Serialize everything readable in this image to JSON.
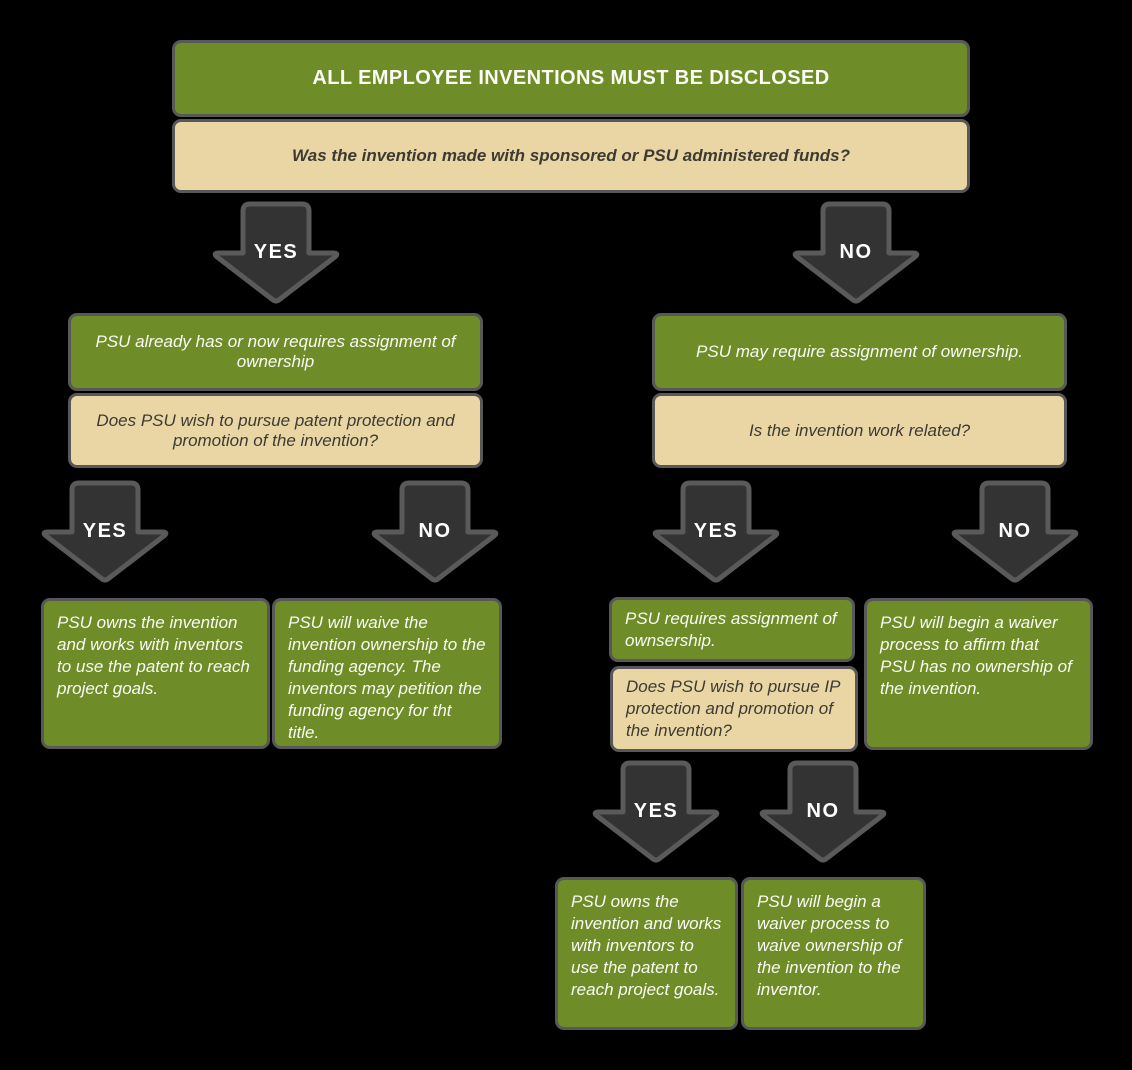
{
  "colors": {
    "background": "#000000",
    "box_green": "#6e8c28",
    "box_tan": "#e9d6a4",
    "box_border": "#585858",
    "arrow_fill": "#333333",
    "arrow_border": "#5a5a5a",
    "text_light": "#fbfbf4",
    "text_dark": "#3c3b33"
  },
  "header": {
    "title": "ALL EMPLOYEE INVENTIONS MUST BE DISCLOSED",
    "question": "Was the invention made with sponsored or PSU administered funds?"
  },
  "arrows": {
    "root_yes": "YES",
    "root_no": "NO",
    "left_yes": "YES",
    "left_no": "NO",
    "right_yes": "YES",
    "right_no": "NO",
    "ip_yes": "YES",
    "ip_no": "NO"
  },
  "left_branch": {
    "statement": "PSU already has or now requires assignment of ownership",
    "question": "Does PSU wish to pursue patent protection and promotion of the invention?",
    "yes_outcome": "PSU owns the invention and works with inventors to use the patent to reach project goals.",
    "no_outcome": "PSU will waive the invention ownership to the funding agency. The inventors may petition the funding agency for tht title."
  },
  "right_branch": {
    "statement": "PSU may require assignment of ownership.",
    "question": "Is the invention work related?",
    "yes_statement": "PSU requires assignment of ownsership.",
    "yes_question": "Does PSU wish to pursue IP protection and promotion of the invention?",
    "no_outcome": "PSU will begin a waiver process to affirm that PSU has no ownership of the invention.",
    "ip_yes_outcome": "PSU owns the invention and works with inventors to use the patent to reach project goals.",
    "ip_no_outcome": "PSU will begin a waiver process to waive ownership of the invention to the inventor."
  }
}
